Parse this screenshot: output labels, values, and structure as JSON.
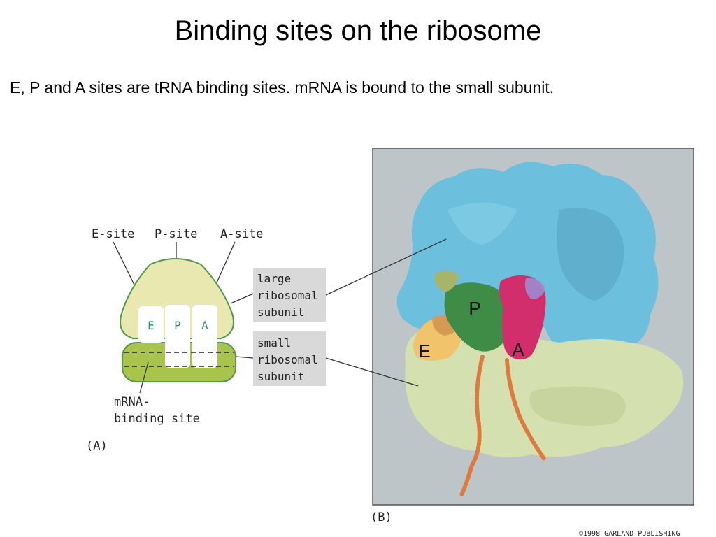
{
  "slide": {
    "title": "Binding sites on the ribosome",
    "subtitle": "E, P and A sites are tRNA binding sites. mRNA is bound to the small subunit."
  },
  "diagram": {
    "panel_a": {
      "top_labels": [
        "E-site",
        "P-site",
        "A-site"
      ],
      "site_letters": [
        "E",
        "P",
        "A"
      ],
      "large_label": [
        "large",
        "ribosomal",
        "subunit"
      ],
      "small_label": [
        "small",
        "ribosomal",
        "subunit"
      ],
      "mrna_label": [
        "mRNA-",
        "binding site"
      ],
      "panel_label": "(A)"
    },
    "panel_b": {
      "site_letters": [
        "P",
        "E",
        "A"
      ],
      "panel_label": "(B)",
      "copyright": "©1998 GARLAND PUBLISHING"
    },
    "colors": {
      "large_subunit_a": "#e8e8b0",
      "small_subunit_a": "#a9c44c",
      "outline_a": "#4f9a4a",
      "label_box": "#d9d9d9",
      "background_b": "#bec5c8",
      "large_subunit_b": "#6cc0dd",
      "small_subunit_b": "#d4e0b0",
      "p_site_trna": "#3e8c45",
      "a_site_trna": "#d22e6b",
      "e_site_trna": "#f1c36a",
      "mrna_beads": "#dd7a3d"
    }
  }
}
